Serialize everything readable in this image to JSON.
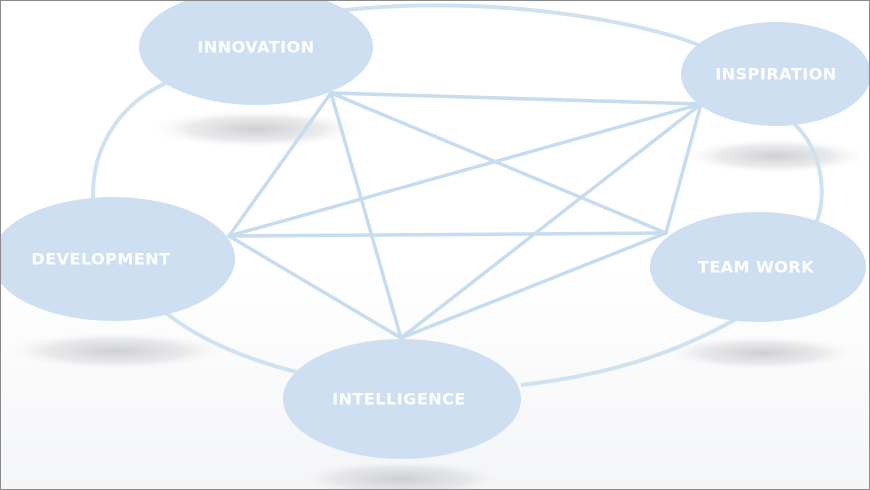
{
  "diagram": {
    "nodes": [
      {
        "id": "innovation",
        "label": "INNOVATION"
      },
      {
        "id": "inspiration",
        "label": "INSPIRATION"
      },
      {
        "id": "development",
        "label": "DEVELOPMENT"
      },
      {
        "id": "teamwork",
        "label": "TEAM WORK"
      },
      {
        "id": "intelligence",
        "label": "INTELLIGENCE"
      }
    ],
    "colors": {
      "node_fill": "#cddff0",
      "line": "#c7dcee",
      "ring": "#d0e1f0",
      "shadow": "#d9dadd",
      "label": "#ffffff"
    }
  }
}
